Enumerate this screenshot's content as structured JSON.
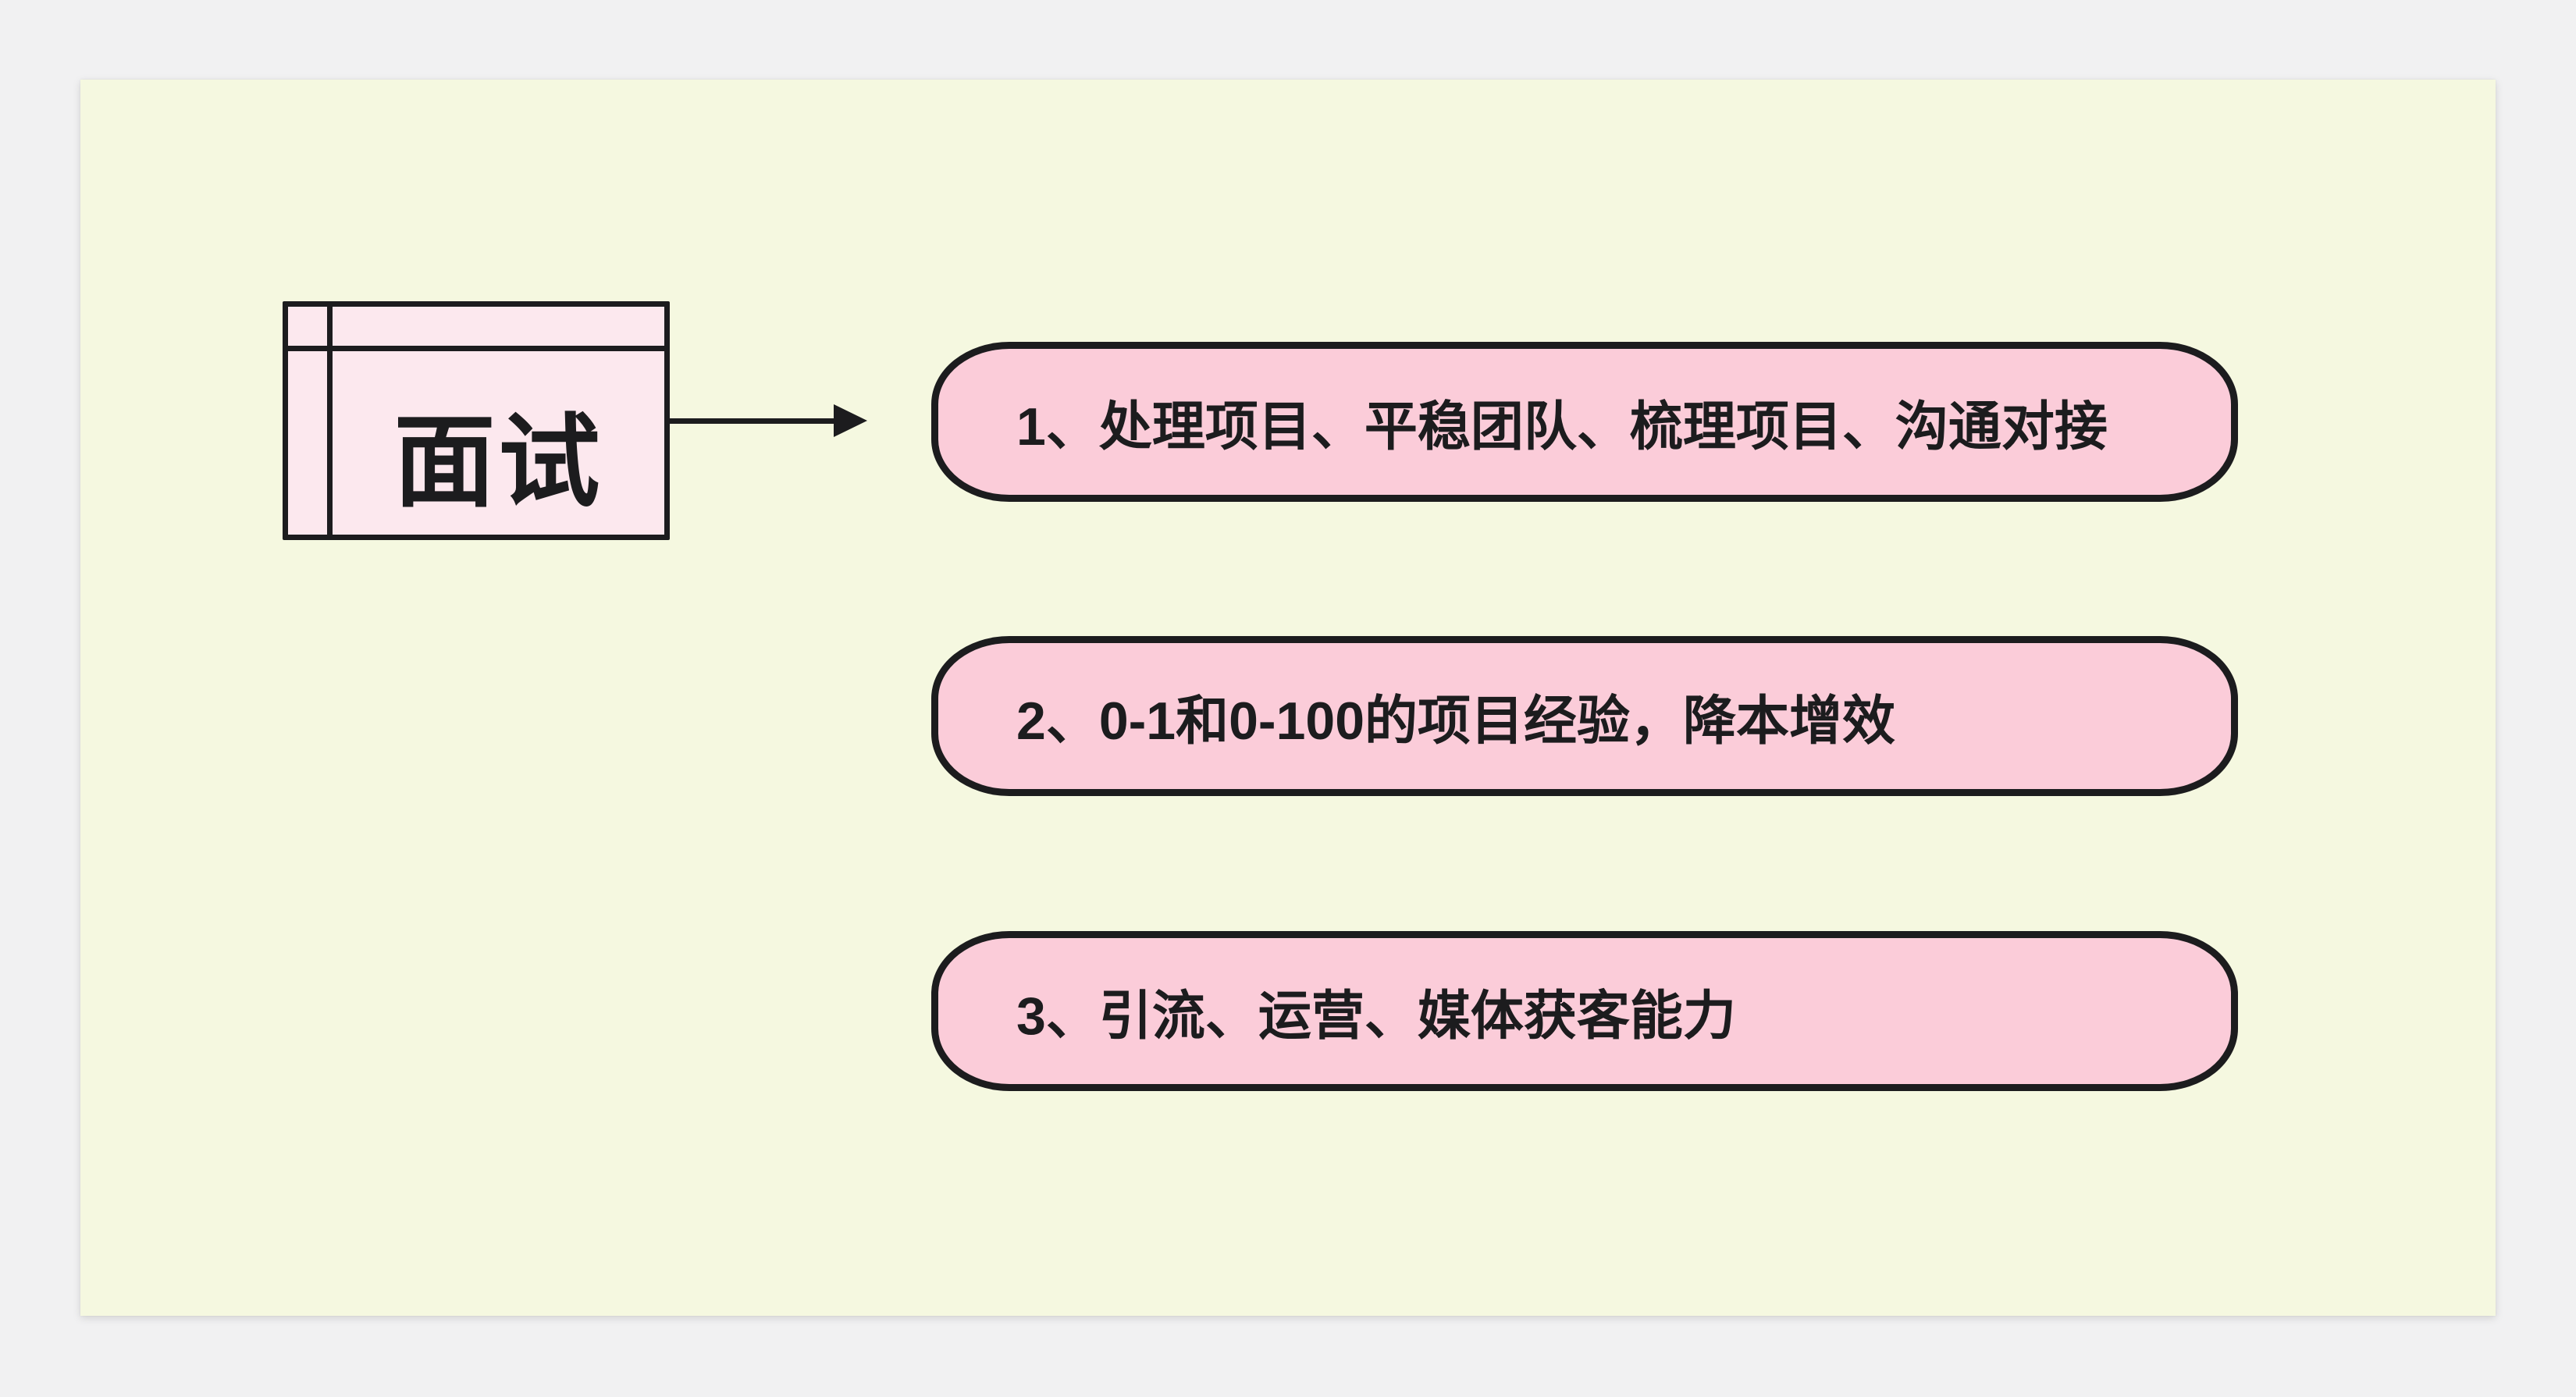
{
  "colors": {
    "outer_bg": "#f1f1f2",
    "canvas_bg": "#f5f8e0",
    "node_fill": "#fce8ee",
    "pill_fill": "#fbccd9",
    "stroke": "#1c1c1e",
    "text": "#1c1c1e"
  },
  "diagram": {
    "root": {
      "label": "面试"
    },
    "items": [
      {
        "label": "1、处理项目、平稳团队、梳理项目、沟通对接"
      },
      {
        "label": "2、0-1和0-100的项目经验，降本增效"
      },
      {
        "label": "3、引流、运营、媒体获客能力"
      }
    ]
  }
}
